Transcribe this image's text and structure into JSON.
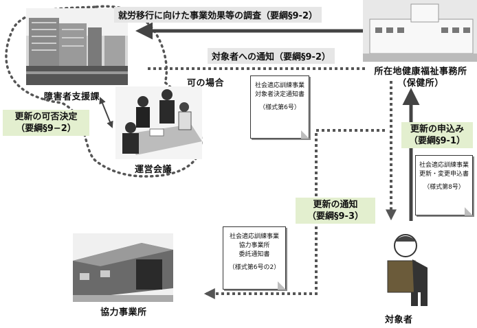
{
  "arrows": {
    "survey": "就労移行に向けた事業効果等の調査（要綱§9-2）",
    "notice_to_person": "対象者への通知（要綱§9-2）",
    "possible_case": "可の場合",
    "renewal_decision": [
      "更新の可否決定",
      "（要綱§9−2）"
    ],
    "renewal_application": [
      "更新の申込み",
      "（要綱§9-1）"
    ],
    "renewal_notice": [
      "更新の通知",
      "（要綱§9-3）"
    ]
  },
  "nodes": {
    "welfare_office": [
      "所在地健康福祉事務所",
      "（保健所）"
    ],
    "support_division": "障害者支援課",
    "steering_meeting": "運営会議",
    "partner_office": "協力事業所",
    "target_person": "対象者"
  },
  "documents": {
    "decision_notice": {
      "lines": [
        "社会適応訓練事業",
        "対象者決定通知書"
      ],
      "form": "（様式第6号）"
    },
    "application": {
      "lines": [
        "社会適応訓練事業",
        "更新・変更申込書"
      ],
      "form": "（様式第8号）"
    },
    "commission_notice": {
      "lines": [
        "社会適応訓練事業",
        "協力事業所",
        "委託通知書"
      ],
      "form": "（様式第6号の2）"
    }
  },
  "colors": {
    "arrow": "#444444",
    "dotted": "#555555",
    "green_label_bg": "#e3efcf",
    "gray_label_bg": "#e6e6e6"
  }
}
